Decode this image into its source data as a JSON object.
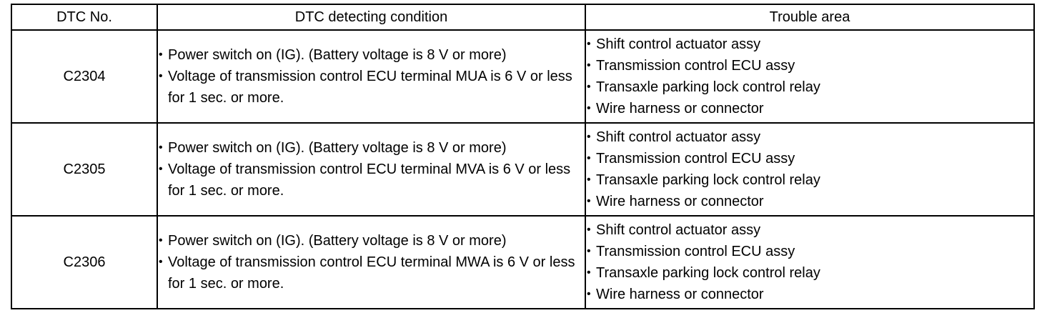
{
  "table": {
    "headers": {
      "dtc_no": "DTC No.",
      "condition": "DTC detecting condition",
      "trouble_area": "Trouble area"
    },
    "rows": [
      {
        "code": "C2304",
        "conditions": [
          "Power switch on (IG). (Battery voltage is 8 V or more)",
          "Voltage of transmission control ECU terminal MUA is 6 V or less for 1 sec. or more."
        ],
        "areas": [
          "Shift control actuator assy",
          "Transmission control ECU assy",
          "Transaxle parking lock control relay",
          "Wire harness or connector"
        ]
      },
      {
        "code": "C2305",
        "conditions": [
          "Power switch on (IG). (Battery voltage is 8 V or more)",
          "Voltage of transmission control ECU terminal MVA is 6 V or less for 1 sec. or more."
        ],
        "areas": [
          "Shift control actuator assy",
          "Transmission control ECU assy",
          "Transaxle parking lock control relay",
          "Wire harness or connector"
        ]
      },
      {
        "code": "C2306",
        "conditions": [
          "Power switch on (IG). (Battery voltage is 8 V or more)",
          "Voltage of transmission control ECU terminal MWA is 6 V or less for 1 sec. or more."
        ],
        "areas": [
          "Shift control actuator assy",
          "Transmission control ECU assy",
          "Transaxle parking lock control relay",
          "Wire harness or connector"
        ]
      }
    ]
  }
}
